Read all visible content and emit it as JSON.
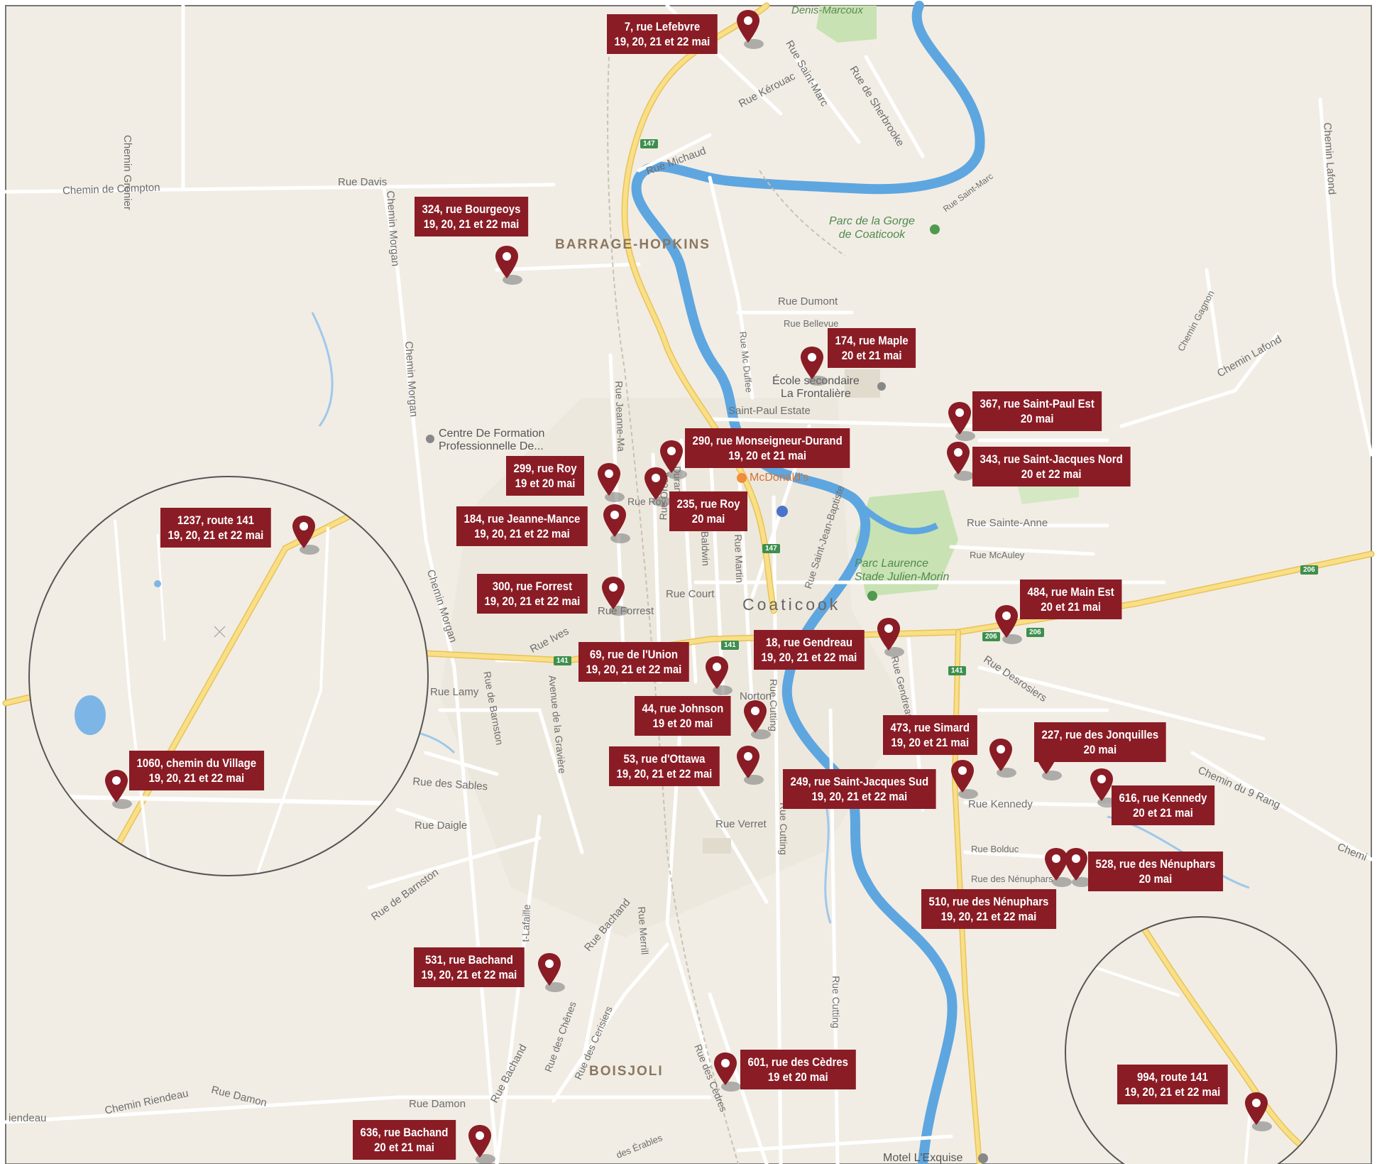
{
  "map": {
    "city_label": "Coaticook",
    "districts": [
      {
        "id": "barrage",
        "text": "BARRAGE-HOPKINS"
      },
      {
        "id": "boisjoli",
        "text": "BOISJOLI"
      }
    ],
    "places": [
      {
        "id": "denis",
        "text": "Denis-Marcoux"
      },
      {
        "id": "compton",
        "text": "Chemin de Compton"
      },
      {
        "id": "davis",
        "text": "Rue Davis"
      },
      {
        "id": "grenier",
        "text": "Chemin Grenier"
      },
      {
        "id": "morgan1",
        "text": "Chemin Morgan"
      },
      {
        "id": "morgan2",
        "text": "Chemin Morgan"
      },
      {
        "id": "morgan3",
        "text": "Chemin Morgan"
      },
      {
        "id": "lafond1",
        "text": "Chemin Lafond"
      },
      {
        "id": "lafond2",
        "text": "Chemin Lafond"
      },
      {
        "id": "gagnon",
        "text": "Chemin Gagnon"
      },
      {
        "id": "michaud",
        "text": "Rue Michaud"
      },
      {
        "id": "kerouac",
        "text": "Rue Kérouac"
      },
      {
        "id": "stmarc",
        "text": "Rue Saint-Marc"
      },
      {
        "id": "stmarc2",
        "text": "Rue Saint-Marc"
      },
      {
        "id": "sherbrooke",
        "text": "Rue de Sherbrooke"
      },
      {
        "id": "dumont",
        "text": "Rue Dumont"
      },
      {
        "id": "bellevue",
        "text": "Rue Bellevue"
      },
      {
        "id": "mcduffee",
        "text": "Rue Mc Duffee"
      },
      {
        "id": "stpaul",
        "text": "Saint-Paul Estate"
      },
      {
        "id": "jeannem",
        "text": "Rue Jeanne-Ma"
      },
      {
        "id": "ste_anne",
        "text": "Rue Sainte-Anne"
      },
      {
        "id": "mcauley",
        "text": "Rue McAuley"
      },
      {
        "id": "court",
        "text": "Rue Court"
      },
      {
        "id": "forrest",
        "text": "Rue Forrest"
      },
      {
        "id": "orcutt",
        "text": "Rue Orcutt"
      },
      {
        "id": "durand",
        "text": "Durand"
      },
      {
        "id": "baldwin",
        "text": "Rue Baldwin"
      },
      {
        "id": "martin",
        "text": "Rue Martin"
      },
      {
        "id": "stjean",
        "text": "Rue Saint-Jean-Baptiste"
      },
      {
        "id": "ives",
        "text": "Rue Ives"
      },
      {
        "id": "lamy",
        "text": "Rue Lamy"
      },
      {
        "id": "barnston",
        "text": "Rue de Barnston"
      },
      {
        "id": "barnston2",
        "text": "Rue de Barnston"
      },
      {
        "id": "graviere",
        "text": "Avenue de la Gravière"
      },
      {
        "id": "sables",
        "text": "Rue des Sables"
      },
      {
        "id": "daigle",
        "text": "Rue Daigle"
      },
      {
        "id": "cutting1",
        "text": "Rue Cutting"
      },
      {
        "id": "cutting2",
        "text": "Rue Cutting"
      },
      {
        "id": "cutting3",
        "text": "Rue Cutting"
      },
      {
        "id": "verret",
        "text": "Rue Verret"
      },
      {
        "id": "kennedy",
        "text": "Rue Kennedy"
      },
      {
        "id": "bolduc",
        "text": "Rue Bolduc"
      },
      {
        "id": "nenuphars",
        "text": "Rue des Nénuphars"
      },
      {
        "id": "desrosiers",
        "text": "Rue Desrosiers"
      },
      {
        "id": "gendreau",
        "text": "Rue Gendreau"
      },
      {
        "id": "rang9",
        "text": "Chemin du 9 Rang"
      },
      {
        "id": "bachand1",
        "text": "Rue Bachand"
      },
      {
        "id": "bachand2",
        "text": "Rue Bachand"
      },
      {
        "id": "merrill",
        "text": "Rue Merrill"
      },
      {
        "id": "chenes",
        "text": "Rue des Chênes"
      },
      {
        "id": "cerisiers",
        "text": "Rue des Cerisiers"
      },
      {
        "id": "cedres",
        "text": "Rue des Cèdres"
      },
      {
        "id": "erables",
        "text": "des Érables"
      },
      {
        "id": "damon1",
        "text": "Rue Damon"
      },
      {
        "id": "damon2",
        "text": "Rue Damon"
      },
      {
        "id": "riendeau",
        "text": "Chemin Riendeau"
      },
      {
        "id": "riendeau2",
        "text": "iendeau"
      },
      {
        "id": "lafaille",
        "text": "t-Lafaille"
      },
      {
        "id": "norton",
        "text": "Norton"
      },
      {
        "id": "roy",
        "text": "Rue Roy"
      },
      {
        "id": "chemi",
        "text": "Chemi"
      }
    ],
    "pois": [
      {
        "id": "ecole",
        "text": "École secondaire\nLa Frontalière"
      },
      {
        "id": "centre",
        "text": "Centre De Formation\nProfessionnelle De..."
      },
      {
        "id": "mcdo",
        "text": "McDonald's"
      },
      {
        "id": "motel",
        "text": "Motel L'Exquise"
      }
    ],
    "parks": [
      {
        "id": "gorge",
        "text": "Parc de la Gorge\nde Coaticook"
      },
      {
        "id": "laurence",
        "text": "Parc Laurence\nStade Julien-Morin"
      }
    ],
    "shields": [
      {
        "id": "s147a",
        "text": "147"
      },
      {
        "id": "s147b",
        "text": "147"
      },
      {
        "id": "s141a",
        "text": "141"
      },
      {
        "id": "s141b",
        "text": "141"
      },
      {
        "id": "s141c",
        "text": "141"
      },
      {
        "id": "s206a",
        "text": "206"
      },
      {
        "id": "s206b",
        "text": "206"
      },
      {
        "id": "s206c",
        "text": "206"
      }
    ]
  },
  "sales": [
    {
      "id": "lefebvre",
      "address": "7, rue Lefebvre",
      "dates": "19, 20, 21 et 22 mai"
    },
    {
      "id": "bourgeoys",
      "address": "324, rue Bourgeoys",
      "dates": "19, 20, 21 et 22 mai"
    },
    {
      "id": "maple",
      "address": "174, rue Maple",
      "dates": "20 et 21 mai"
    },
    {
      "id": "stpaul",
      "address": "367, rue Saint-Paul Est",
      "dates": "20 mai"
    },
    {
      "id": "monseigneur",
      "address": "290, rue Monseigneur-Durand",
      "dates": "19, 20 et 21 mai"
    },
    {
      "id": "stjacquesn",
      "address": "343, rue Saint-Jacques Nord",
      "dates": "20 et 22 mai"
    },
    {
      "id": "roy299",
      "address": "299, rue Roy",
      "dates": "19 et 20 mai"
    },
    {
      "id": "jeannemance",
      "address": "184, rue Jeanne-Mance",
      "dates": "19, 20, 21 et 22 mai"
    },
    {
      "id": "roy235",
      "address": "235, rue Roy",
      "dates": "20 mai"
    },
    {
      "id": "route1237",
      "address": "1237, route 141",
      "dates": "19, 20, 21 et 22 mai"
    },
    {
      "id": "forrest",
      "address": "300, rue Forrest",
      "dates": "19, 20, 21 et 22 mai"
    },
    {
      "id": "mainest",
      "address": "484, rue Main Est",
      "dates": "20 et 21 mai"
    },
    {
      "id": "gendreau",
      "address": "18, rue Gendreau",
      "dates": "19, 20, 21 et 22 mai"
    },
    {
      "id": "union",
      "address": "69, rue de l'Union",
      "dates": "19, 20, 21 et 22 mai"
    },
    {
      "id": "johnson",
      "address": "44, rue Johnson",
      "dates": "19 et 20 mai"
    },
    {
      "id": "simard",
      "address": "473, rue Simard",
      "dates": "19, 20 et 21 mai"
    },
    {
      "id": "jonquilles",
      "address": "227, rue des Jonquilles",
      "dates": "20 mai"
    },
    {
      "id": "ottawa",
      "address": "53, rue d'Ottawa",
      "dates": "19, 20, 21 et 22 mai"
    },
    {
      "id": "village",
      "address": "1060, chemin du Village",
      "dates": "19, 20, 21 et 22 mai"
    },
    {
      "id": "stjacquess",
      "address": "249, rue Saint-Jacques Sud",
      "dates": "19, 20, 21 et 22 mai"
    },
    {
      "id": "kennedy",
      "address": "616, rue Kennedy",
      "dates": "20 et 21 mai"
    },
    {
      "id": "nenuphars528",
      "address": "528, rue des Nénuphars",
      "dates": "20 mai"
    },
    {
      "id": "nenuphars510",
      "address": "510, rue des Nénuphars",
      "dates": "19, 20, 21 et 22 mai"
    },
    {
      "id": "bachand531",
      "address": "531, rue Bachand",
      "dates": "19, 20, 21 et 22 mai"
    },
    {
      "id": "cedres",
      "address": "601, rue des Cèdres",
      "dates": "19 et 20 mai"
    },
    {
      "id": "route994",
      "address": "994, route 141",
      "dates": "19, 20, 21 et 22 mai"
    },
    {
      "id": "bachand636",
      "address": "636, rue Bachand",
      "dates": "20 et 21 mai"
    }
  ],
  "colors": {
    "pin": "#8a1c25",
    "label_bg": "#8a1c25",
    "map_bg": "#f1ede4",
    "water": "#5ea6e0",
    "highway": "#f4d16a",
    "park": "#c8e2b3"
  }
}
